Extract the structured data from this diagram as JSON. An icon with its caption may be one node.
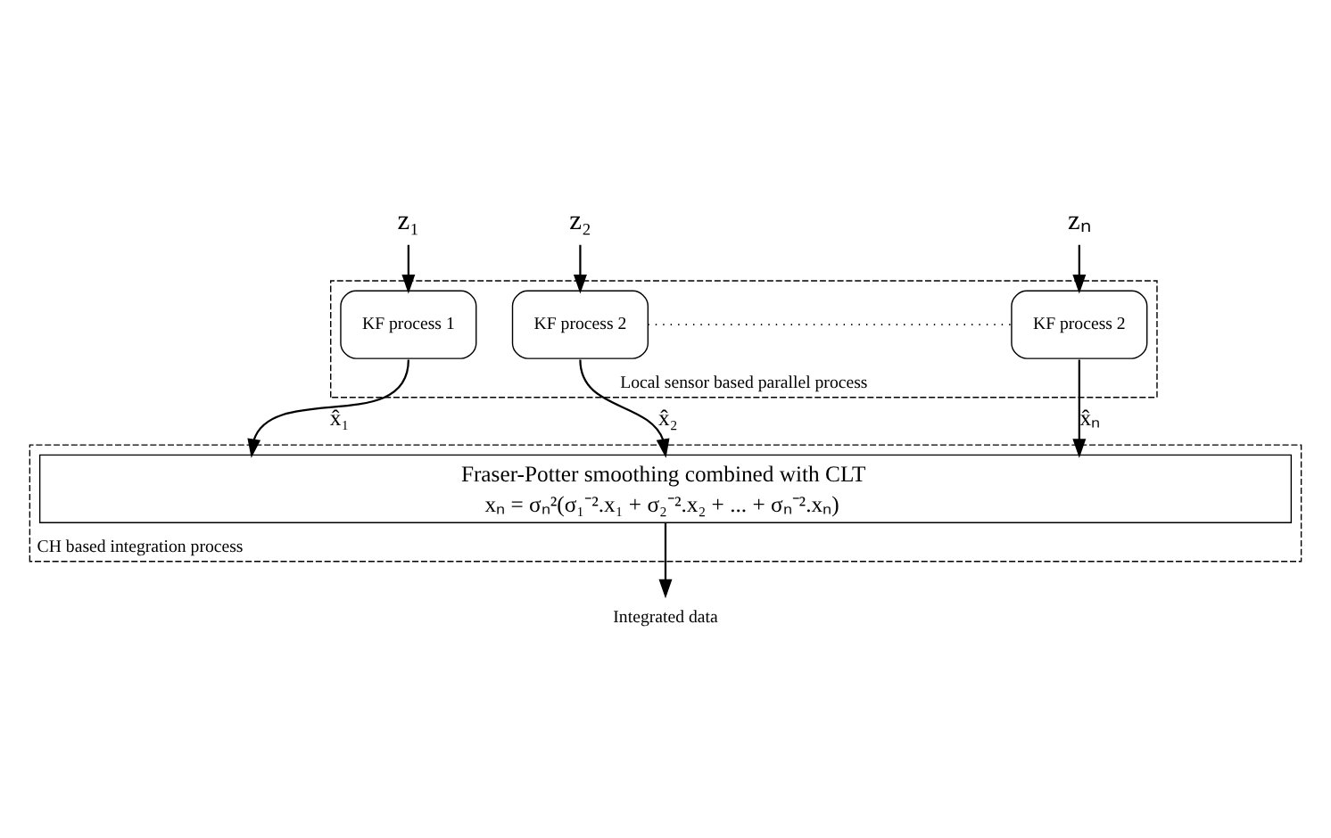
{
  "diagram": {
    "nodes": [
      {
        "text": [
          "z₁"
        ]
      },
      {
        "text": [
          "z₂"
        ]
      },
      {
        "text": [
          "zₙ"
        ]
      },
      {
        "text": [
          "Local sensor based parallel process"
        ]
      },
      {
        "text": [
          "KF process 1"
        ],
        "in": 3
      },
      {
        "text": [
          "KF process 2"
        ],
        "in": 3
      },
      {
        "text": [
          "KF process 2"
        ],
        "in": 3
      },
      {
        "text": [
          "CH based integration process"
        ]
      },
      {
        "text": [
          "Fraser-Potter smoothing combined with CLT",
          "xₙ = σₙ²(σ₁⁻².x₁ + σ₂⁻².x₂ + ... + σₙ⁻².xₙ)"
        ],
        "in": 7
      },
      {
        "text": [
          "Integrated data"
        ]
      }
    ],
    "edges": [
      {
        "from": 0,
        "to": 4,
        "arrow": "to"
      },
      {
        "from": 1,
        "to": 5,
        "arrow": "to"
      },
      {
        "from": 2,
        "to": 6,
        "arrow": "to"
      },
      {
        "from": 5,
        "to": 6,
        "arrow": "none",
        "style": "dashed"
      },
      {
        "from": 4,
        "to": 8,
        "arrow": "to",
        "label": "x̂₁"
      },
      {
        "from": 5,
        "to": 8,
        "arrow": "to",
        "label": "x̂₂"
      },
      {
        "from": 6,
        "to": 8,
        "arrow": "to",
        "label": "x̂ₙ"
      },
      {
        "from": 8,
        "to": 9,
        "arrow": "to"
      }
    ]
  }
}
